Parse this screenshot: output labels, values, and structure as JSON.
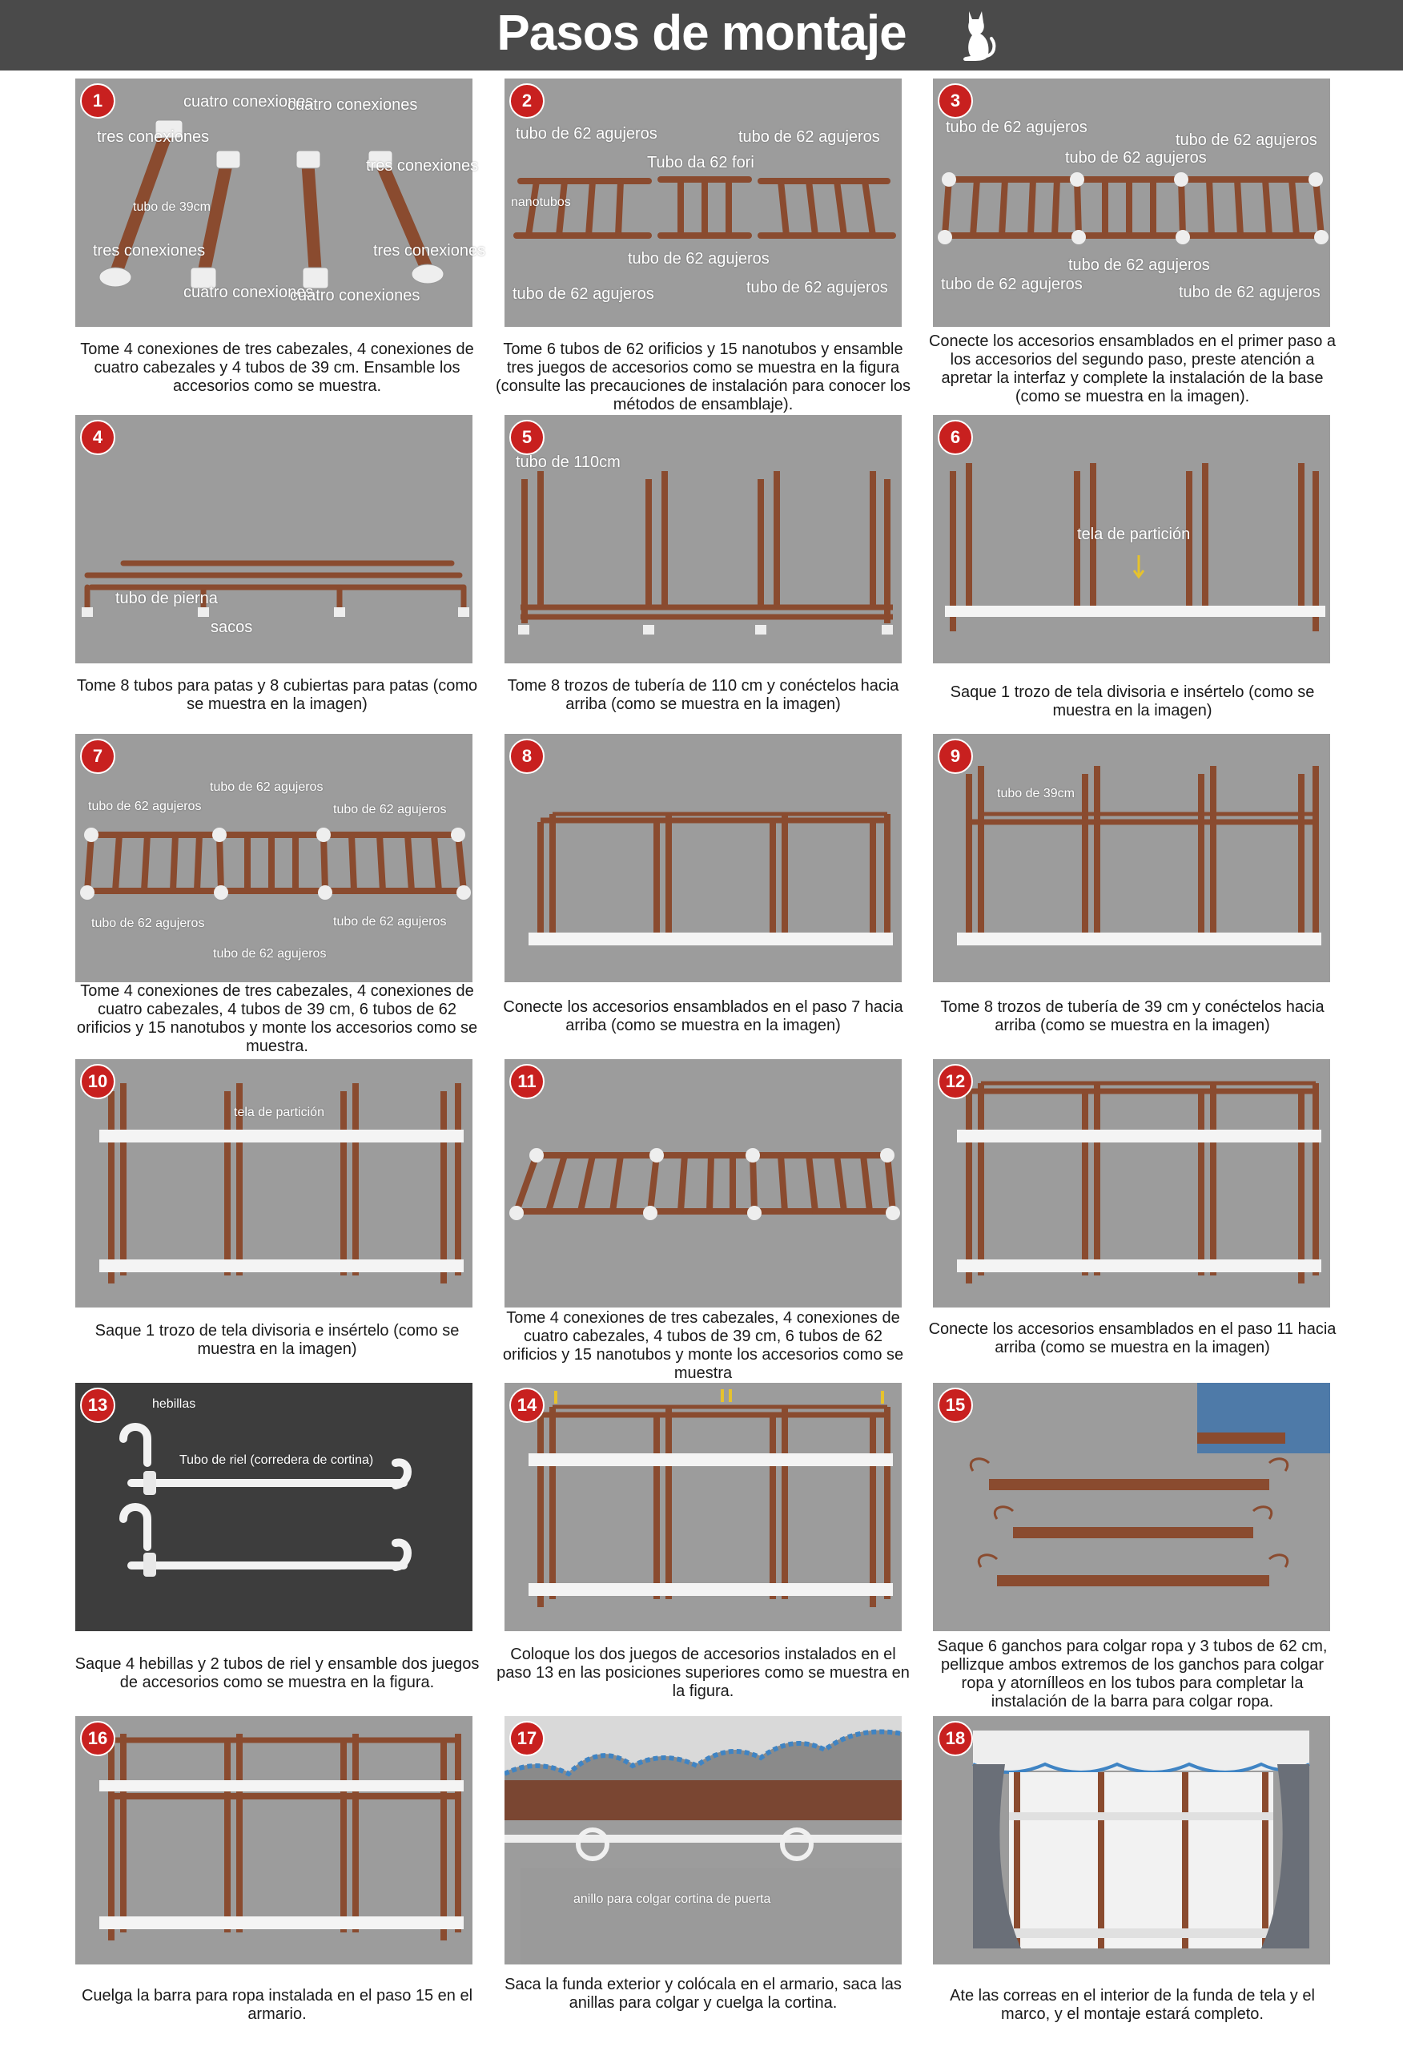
{
  "header": {
    "title": "Pasos de montaje",
    "icon": "cat-icon"
  },
  "colors": {
    "pipe": "#8a4b2f",
    "pipe_highlight": "#b06a45",
    "connector": "#eeeeee",
    "panel_bg": "#9c9c9c",
    "panel_dark": "#3d3d3d",
    "badge": "#c8201f",
    "header_bg": "#4a4a4a",
    "cloth_edge": "#3f84c4"
  },
  "steps": [
    {
      "number": "1",
      "labels": [
        "cuatro conexiones",
        "cuatro conexiones",
        "tres conexiones",
        "tres conexiones",
        "tubo de 39cm",
        "tres conexiones",
        "tres conexiones",
        "cuatro conexiones",
        "cuatro conexiones"
      ],
      "caption": "Tome 4 conexiones de tres cabezales, 4 conexiones de cuatro cabezales y 4 tubos de 39 cm. Ensamble los accesorios como se muestra."
    },
    {
      "number": "2",
      "labels": [
        "tubo de 62 agujeros",
        "tubo de 62 agujeros",
        "Tubo da 62 fori",
        "nanotubos",
        "tubo de 62 agujeros",
        "tubo de 62 agujeros",
        "tubo de 62 agujeros"
      ],
      "caption": "Tome 6 tubos de 62 orificios y 15 nanotubos y ensamble tres juegos de accesorios como se muestra en la figura (consulte las precauciones de instalación para conocer los métodos de ensamblaje)."
    },
    {
      "number": "3",
      "labels": [
        "tubo de 62 agujeros",
        "tubo de 62 agujeros",
        "tubo de 62 agujeros",
        "tubo de 62 agujeros",
        "tubo de 62 agujeros",
        "tubo de 62 agujeros"
      ],
      "caption": "Conecte los accesorios ensamblados en el primer paso a los accesorios del segundo paso, preste atención a apretar la interfaz y complete la instalación de la base (como se muestra en la imagen)."
    },
    {
      "number": "4",
      "labels": [
        "tubo de pierna",
        "sacos"
      ],
      "caption": "Tome 8 tubos para patas y 8 cubiertas para patas (como se muestra en la imagen)"
    },
    {
      "number": "5",
      "labels": [
        "tubo de 110cm"
      ],
      "caption": "Tome 8 trozos de tubería de 110 cm y conéctelos hacia arriba (como se muestra en la imagen)"
    },
    {
      "number": "6",
      "labels": [
        "tela de partición"
      ],
      "caption": "Saque 1 trozo de tela divisoria e insértelo (como se muestra en la imagen)"
    },
    {
      "number": "7",
      "labels": [
        "tubo de 62 agujeros",
        "tubo de 62 agujeros",
        "tubo de 62 agujeros",
        "tubo de 62 agujeros",
        "tubo de 62 agujeros",
        "tubo de 62 agujeros"
      ],
      "caption": "Tome 4 conexiones de tres cabezales, 4 conexiones de cuatro cabezales, 4 tubos de 39 cm, 6 tubos de 62 orificios y 15 nanotubos y monte los accesorios como se muestra."
    },
    {
      "number": "8",
      "labels": [],
      "caption": "Conecte los accesorios ensamblados en el paso 7 hacia arriba (como se muestra en la imagen)"
    },
    {
      "number": "9",
      "labels": [
        "tubo de 39cm"
      ],
      "caption": "Tome 8 trozos de tubería de 39 cm y conéctelos hacia arriba (como se muestra en la imagen)"
    },
    {
      "number": "10",
      "labels": [
        "tela de partición"
      ],
      "caption": "Saque 1 trozo de tela divisoria e insértelo (como se muestra en la imagen)"
    },
    {
      "number": "11",
      "labels": [],
      "caption": "Tome 4 conexiones de tres cabezales, 4 conexiones de cuatro cabezales, 4 tubos de 39 cm, 6 tubos de 62 orificios y 15 nanotubos y monte los accesorios como se muestra"
    },
    {
      "number": "12",
      "labels": [],
      "caption": "Conecte los accesorios ensamblados en el paso 11 hacia arriba (como se muestra en la imagen)"
    },
    {
      "number": "13",
      "labels": [
        "hebillas",
        "Tubo de riel (corredera de cortina)"
      ],
      "caption": "Saque 4 hebillas y 2 tubos de riel y ensamble dos juegos de accesorios como se muestra en la figura."
    },
    {
      "number": "14",
      "labels": [],
      "caption": "Coloque los dos juegos de accesorios instalados en el paso 13 en las posiciones superiores como se muestra en la figura."
    },
    {
      "number": "15",
      "labels": [],
      "caption": "Saque 6 ganchos para colgar ropa y 3 tubos de 62 cm, pellizque ambos extremos de los ganchos para colgar ropa y atornílleos en los tubos para completar la instalación de la barra para colgar ropa."
    },
    {
      "number": "16",
      "labels": [],
      "caption": "Cuelga la barra para ropa instalada en el paso 15 en el armario."
    },
    {
      "number": "17",
      "labels": [
        "anillo para colgar cortina de puerta"
      ],
      "caption": "Saca la funda exterior y colócala en el armario, saca las anillas para colgar y cuelga la cortina."
    },
    {
      "number": "18",
      "labels": [],
      "caption": "Ate las correas en el interior de la funda de tela y el marco, y el montaje estará completo."
    }
  ]
}
